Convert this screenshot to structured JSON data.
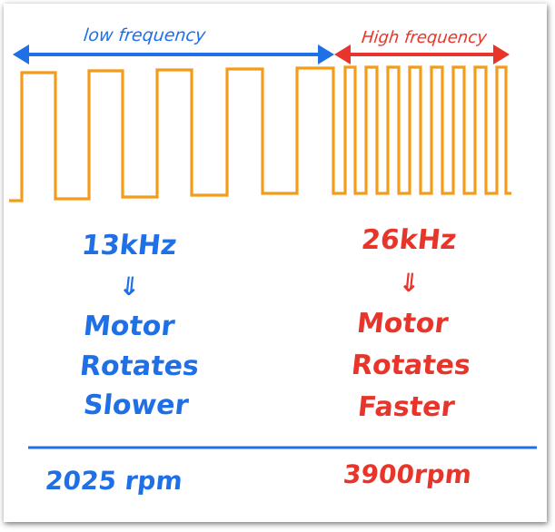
{
  "colors": {
    "low": "#1f6fe6",
    "high": "#e8352b",
    "wave": "#f39c1b",
    "divider": "#1f6fe6"
  },
  "low": {
    "arrow_label": "low frequency",
    "frequency": "13kHz",
    "arrow_icon": "⇓",
    "line1": "Motor",
    "line2": "Rotates",
    "line3": "Slower",
    "rpm": "2025 rpm"
  },
  "high": {
    "arrow_label": "High frequency",
    "frequency": "26kHz",
    "arrow_icon": "⇓",
    "line1": "Motor",
    "line2": "Rotates",
    "line3": "Faster",
    "rpm": "3900rpm"
  }
}
